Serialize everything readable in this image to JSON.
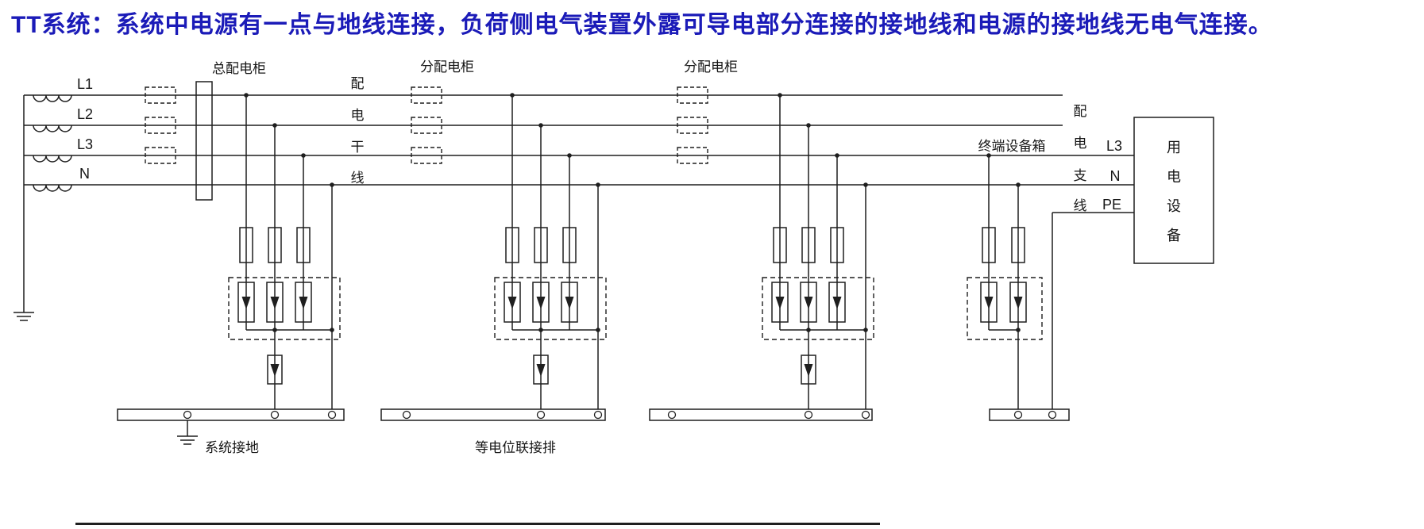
{
  "title": "TT系统：系统中电源有一点与地线连接，负荷侧电气装置外露可导电部分连接的接地线和电源的接地线无电气连接。",
  "source_labels": {
    "l1": "L1",
    "l2": "L2",
    "l3": "L3",
    "n": "N"
  },
  "cabinets": {
    "main": "总配电柜",
    "sub1": "分配电柜",
    "sub2": "分配电柜",
    "terminal_box": "终端设备箱"
  },
  "feeder_trunk": {
    "c1": "配",
    "c2": "电",
    "c3": "干",
    "c4": "线"
  },
  "branch_line": {
    "c1": "配",
    "c2": "电",
    "c3": "支",
    "c4": "线"
  },
  "terminal_labels": {
    "l3": "L3",
    "n": "N",
    "pe": "PE"
  },
  "load_device": {
    "c1": "用",
    "c2": "电",
    "c3": "设",
    "c4": "备"
  },
  "grounding": {
    "system": "系统接地",
    "bonding_bar": "等电位联接排"
  },
  "colors": {
    "title": "#1b1bb8",
    "line": "#1f1f1f"
  }
}
